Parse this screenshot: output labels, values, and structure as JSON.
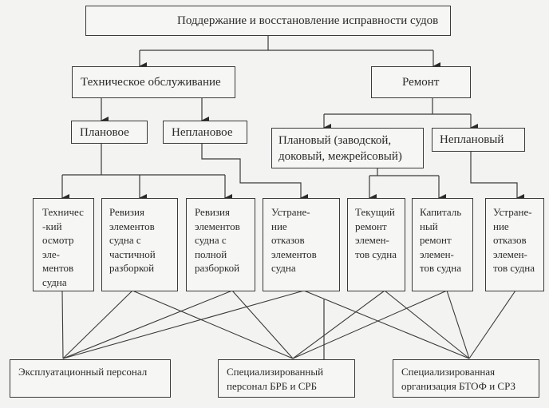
{
  "title": "Поддержание и восстановление исправности  судов",
  "level1": [
    {
      "label": "Техническое обслуживание"
    },
    {
      "label": "Ремонт"
    }
  ],
  "level2": [
    {
      "label": "Плановое"
    },
    {
      "label": "Неплановое"
    },
    {
      "label": "Плановый (заводской,\nдоковый, межрейсовый)"
    },
    {
      "label": "Неплановый"
    }
  ],
  "activities": [
    {
      "label": "Техничес\n-кий\nосмотр\nэле-\nментов\nсудна"
    },
    {
      "label": "Ревизия\nэлементов\nсудна с\nчастичной\nразборкой"
    },
    {
      "label": "Ревизия\nэлементов\nсудна с\nполной\nразборкой"
    },
    {
      "label": "Устране-\nние\nотказов\nэлементов\nсудна"
    },
    {
      "label": "Текущий\nремонт\nэлемен-\nтов судна"
    },
    {
      "label": "Капиталь\nный\nремонт\nэлемен-\nтов судна"
    },
    {
      "label": "Устране-\nние\nотказов\nэлемен-\nтов судна"
    }
  ],
  "performers": [
    {
      "label": "Эксплуатационный персонал"
    },
    {
      "label": "Специализированный\nперсонал  БРБ и  СРБ"
    },
    {
      "label": "Специализированная\nорганизация БТОФ и СРЗ"
    }
  ],
  "connections": {
    "Эксплуатационный персонал": [
      1,
      2,
      3,
      4
    ],
    "Специализированный персонал БРБ и СРБ": [
      2,
      3,
      5,
      6
    ],
    "Специализированная организация БТОФ и СРЗ": [
      4,
      5,
      6,
      7
    ]
  }
}
